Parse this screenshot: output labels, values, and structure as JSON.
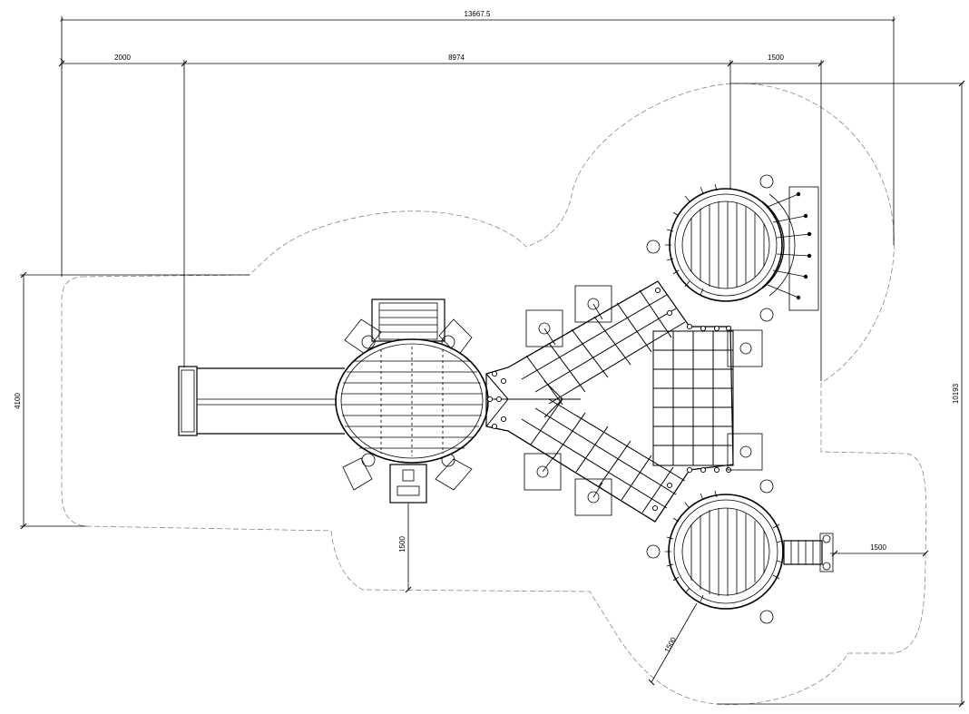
{
  "drawing": {
    "dimensions": {
      "overall_width": "13667.5",
      "left_offset": "2000",
      "middle_span": "8974",
      "right_offset": "1500",
      "overall_height": "10193",
      "left_height": "4100",
      "bottom_clearance": "1500",
      "right_clearance": "1500",
      "diagonal_clearance": "1500"
    }
  }
}
